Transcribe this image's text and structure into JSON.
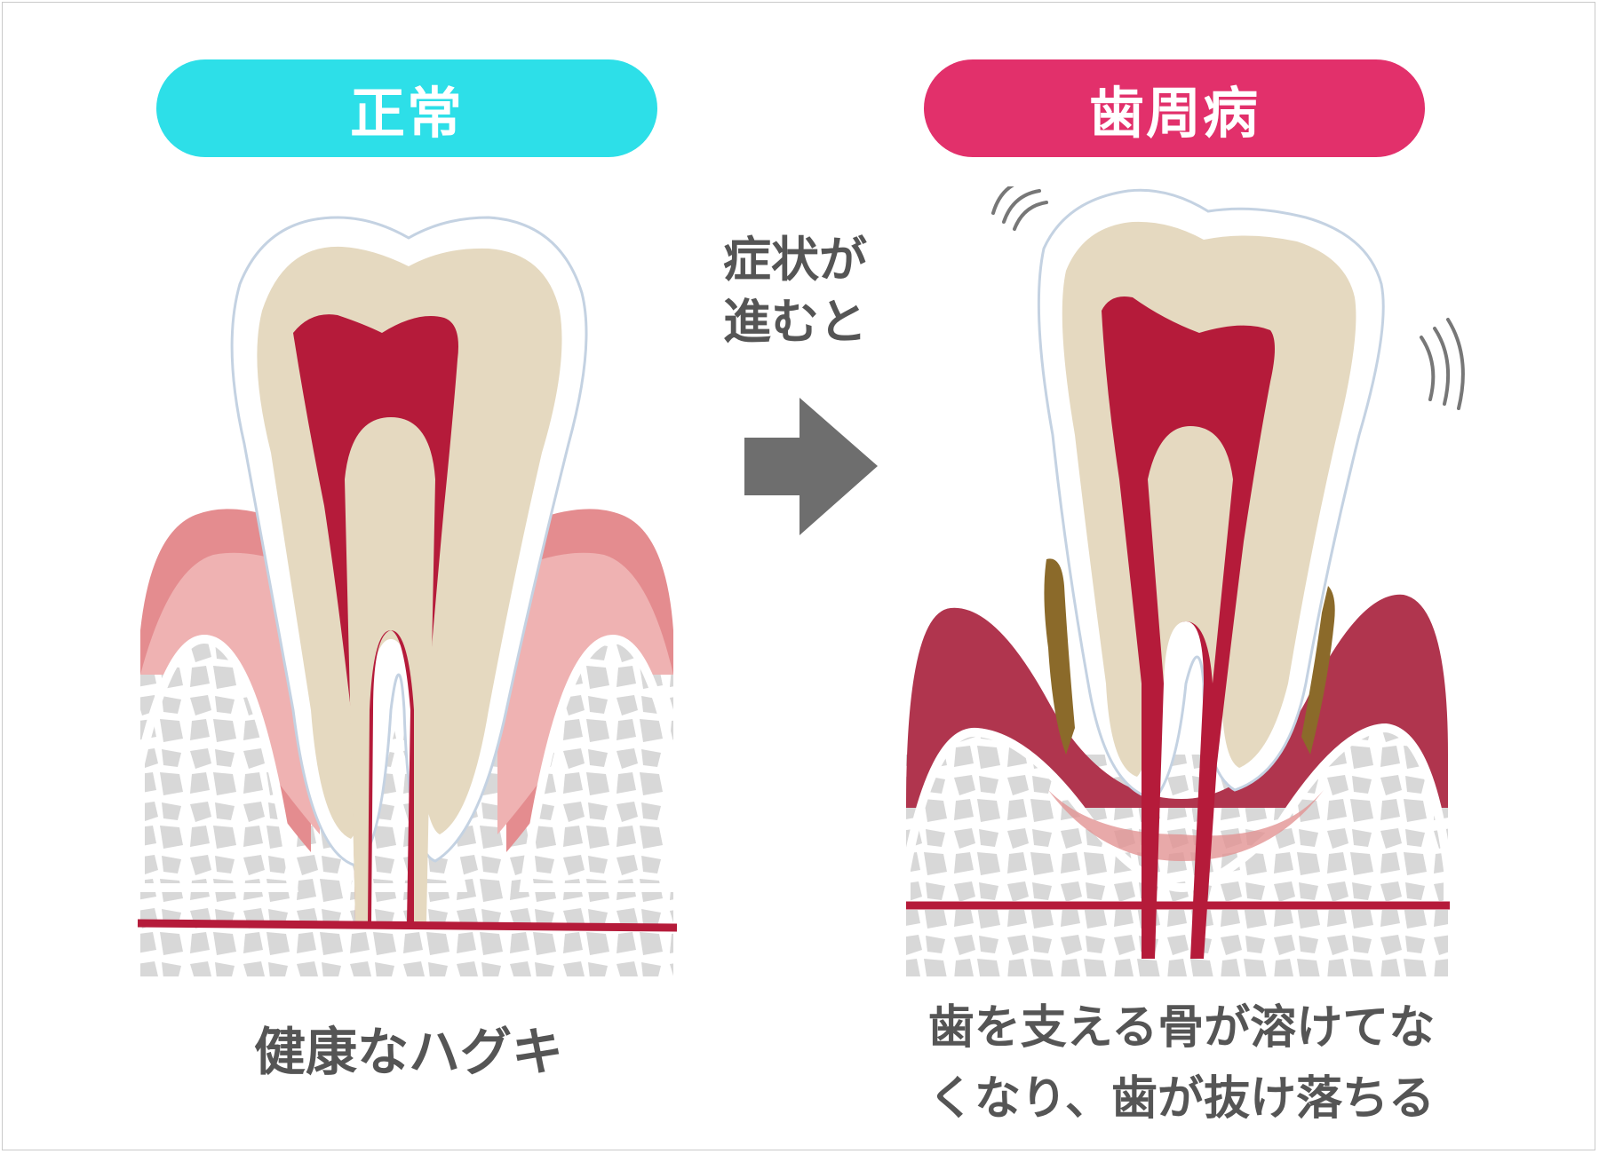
{
  "labels": {
    "normal": "正常",
    "disease": "歯周病"
  },
  "progress": {
    "line1": "症状が",
    "line2": "進むと"
  },
  "captions": {
    "normal": "健康なハグキ",
    "disease_line1": "歯を支える骨が溶けてな",
    "disease_line2": "くなり、歯が抜け落ちる"
  },
  "colors": {
    "normal_label": "#2ddfe8",
    "disease_label": "#e2306b",
    "text": "#555555",
    "arrow": "#6e6e6e",
    "enamel": "#ffffff",
    "dentin": "#e5d9c0",
    "pulp": "#b51b3a",
    "healthy_gum": "#efb2b2",
    "healthy_gum_outer": "#e48c8f",
    "diseased_gum": "#b0354e",
    "bone": "#d8d8d8",
    "tartar": "#8b6a2a"
  }
}
